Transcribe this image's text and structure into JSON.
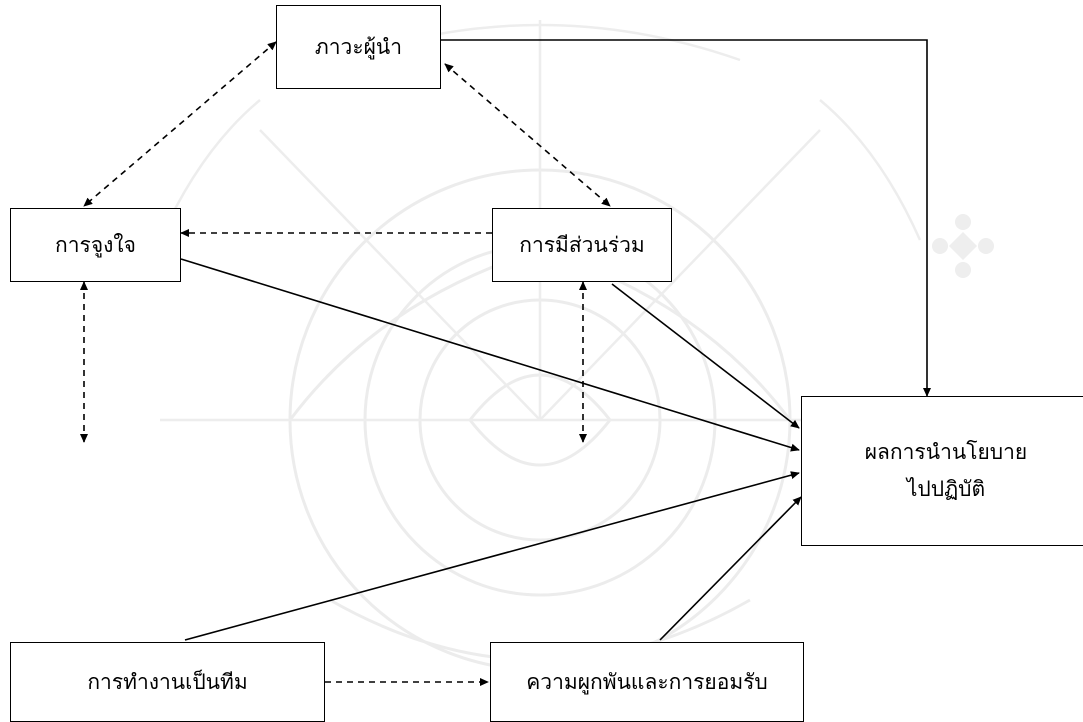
{
  "nodes": {
    "leadership": "ภาวะผู้นำ",
    "motivation": "การจูงใจ",
    "participation": "การมีส่วนร่วม",
    "teamwork": "การทำงานเป็นทีม",
    "commitment": "ความผูกพันและการยอมรับ",
    "outcome": {
      "line1": "ผลการนำนโยบาย",
      "line2": "ไปปฏิบัติ"
    }
  },
  "colors": {
    "stroke": "#000000",
    "watermark": "#e9e9e9"
  }
}
